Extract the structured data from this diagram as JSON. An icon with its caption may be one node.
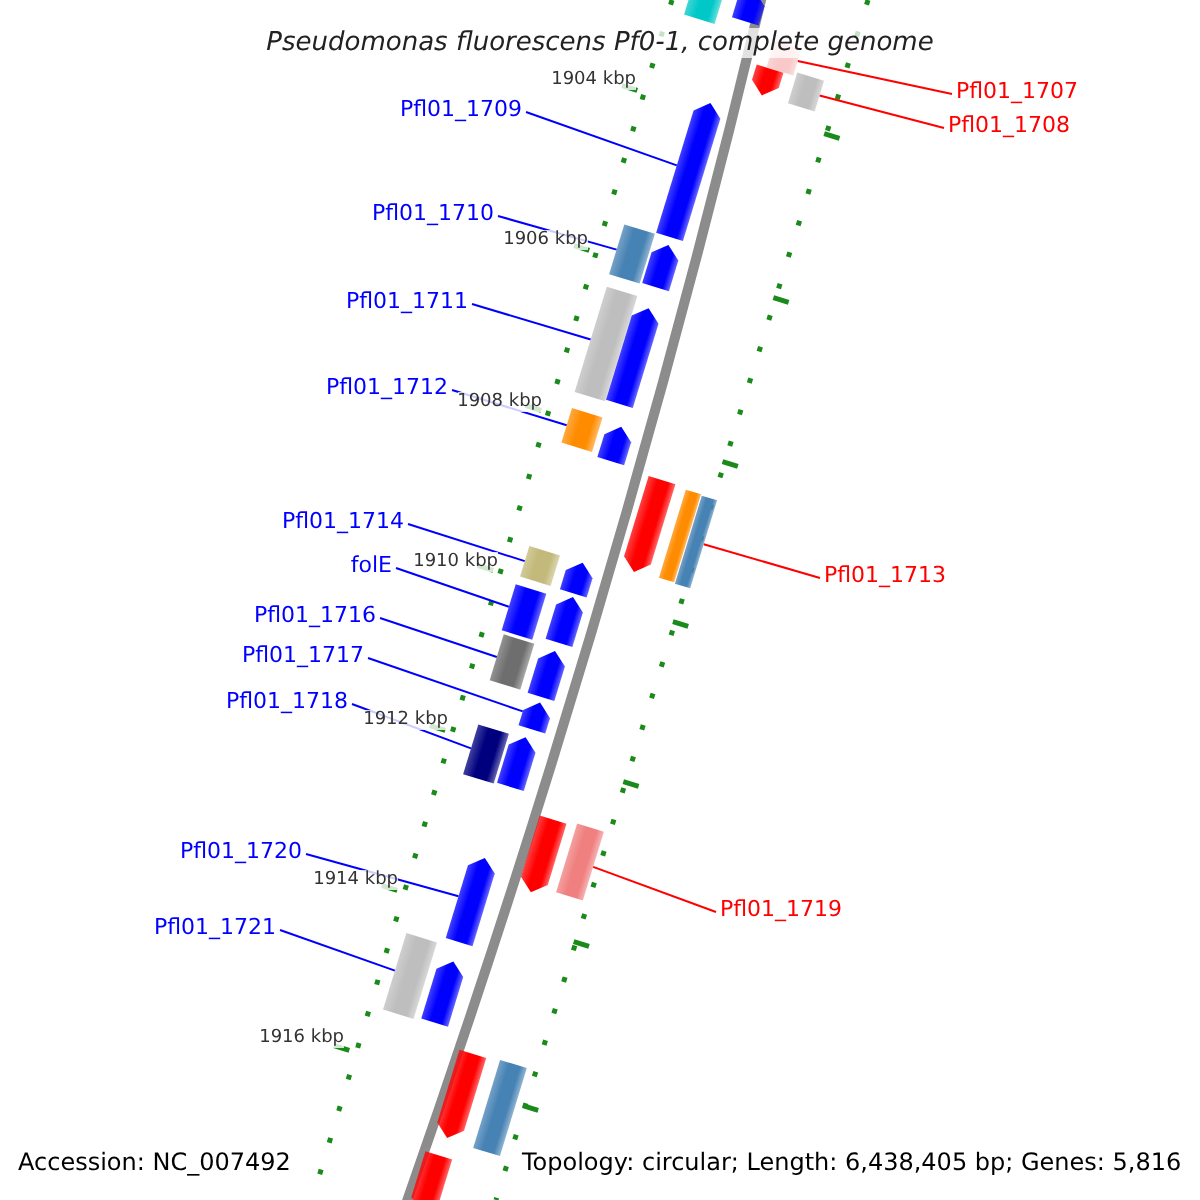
{
  "diagram": {
    "title": "Pseudomonas fluorescens Pf0-1, complete genome",
    "nodes": [
      {
        "text": [
          "Pfl01_1707"
        ]
      },
      {
        "text": [],
        "shape": "bar"
      },
      {
        "text": [
          "Pfl01_1708"
        ]
      },
      {
        "text": [],
        "shape": "bar"
      },
      {
        "text": [
          "Pfl01_1709"
        ]
      },
      {
        "text": [],
        "shape": "pentagon"
      },
      {
        "text": [
          "Pfl01_1710"
        ]
      },
      {
        "text": [],
        "shape": "bar"
      },
      {
        "text": [
          "Pfl01_1711"
        ]
      },
      {
        "text": [],
        "shape": "bar"
      },
      {
        "text": [
          "Pfl01_1712"
        ]
      },
      {
        "text": [],
        "shape": "bar"
      },
      {
        "text": [
          "Pfl01_1714"
        ]
      },
      {
        "text": [],
        "shape": "bar"
      },
      {
        "text": [
          "folE"
        ]
      },
      {
        "text": [],
        "shape": "bar"
      },
      {
        "text": [
          "Pfl01_1713"
        ]
      },
      {
        "text": [],
        "shape": "bar"
      },
      {
        "text": [
          "Pfl01_1716"
        ]
      },
      {
        "text": [],
        "shape": "bar"
      },
      {
        "text": [
          "Pfl01_1717"
        ]
      },
      {
        "text": [],
        "shape": "pentagon"
      },
      {
        "text": [
          "Pfl01_1718"
        ]
      },
      {
        "text": [],
        "shape": "bar"
      },
      {
        "text": [
          "Pfl01_1720"
        ]
      },
      {
        "text": [],
        "shape": "pentagon"
      },
      {
        "text": [
          "Pfl01_1719"
        ]
      },
      {
        "text": [],
        "shape": "bar"
      },
      {
        "text": [
          "Pfl01_1721"
        ]
      },
      {
        "text": [],
        "shape": "bar"
      },
      {
        "text": [],
        "shape": "bar"
      },
      {
        "text": [],
        "shape": "pentagon"
      },
      {
        "text": [],
        "shape": "pentagon"
      },
      {
        "text": [],
        "shape": "pentagon"
      },
      {
        "text": [],
        "shape": "pentagon"
      },
      {
        "text": [],
        "shape": "pentagon"
      },
      {
        "text": [],
        "shape": "pentagon"
      },
      {
        "text": [],
        "shape": "pentagon"
      },
      {
        "text": [],
        "shape": "pentagon"
      },
      {
        "text": [],
        "shape": "pentagon"
      },
      {
        "text": [],
        "shape": "pentagon"
      },
      {
        "text": [],
        "shape": "pentagon"
      },
      {
        "text": [],
        "shape": "bar"
      },
      {
        "text": [],
        "shape": "pentagon"
      },
      {
        "text": [],
        "shape": "pentagon"
      },
      {
        "text": [],
        "shape": "bar"
      },
      {
        "text": [],
        "shape": "pentagon"
      }
    ],
    "edges": [
      {
        "from": 0,
        "to": 1,
        "arrow": "none",
        "color": "#ff0000"
      },
      {
        "from": 2,
        "to": 3,
        "arrow": "none",
        "color": "#ff0000"
      },
      {
        "from": 4,
        "to": 5,
        "arrow": "none"
      },
      {
        "from": 6,
        "to": 7,
        "arrow": "none"
      },
      {
        "from": 8,
        "to": 9,
        "arrow": "none"
      },
      {
        "from": 10,
        "to": 11,
        "arrow": "none"
      },
      {
        "from": 12,
        "to": 13,
        "arrow": "none"
      },
      {
        "from": 14,
        "to": 15,
        "arrow": "none"
      },
      {
        "from": 16,
        "to": 17,
        "arrow": "none",
        "color": "#ff0000"
      },
      {
        "from": 18,
        "to": 19,
        "arrow": "none"
      },
      {
        "from": 20,
        "to": 21,
        "arrow": "none"
      },
      {
        "from": 22,
        "to": 23,
        "arrow": "none"
      },
      {
        "from": 24,
        "to": 25,
        "arrow": "none"
      },
      {
        "from": 26,
        "to": 27,
        "arrow": "none",
        "color": "#ff0000"
      },
      {
        "from": 28,
        "to": 29,
        "arrow": "none"
      }
    ],
    "labels": [
      "1904 kbp",
      "1906 kbp",
      "1908 kbp",
      "1910 kbp",
      "1912 kbp",
      "1914 kbp",
      "1916 kbp",
      "Accession: NC_007492",
      "Topology: circular; Length: 6,438,405 bp; Genes: 5,816"
    ]
  }
}
